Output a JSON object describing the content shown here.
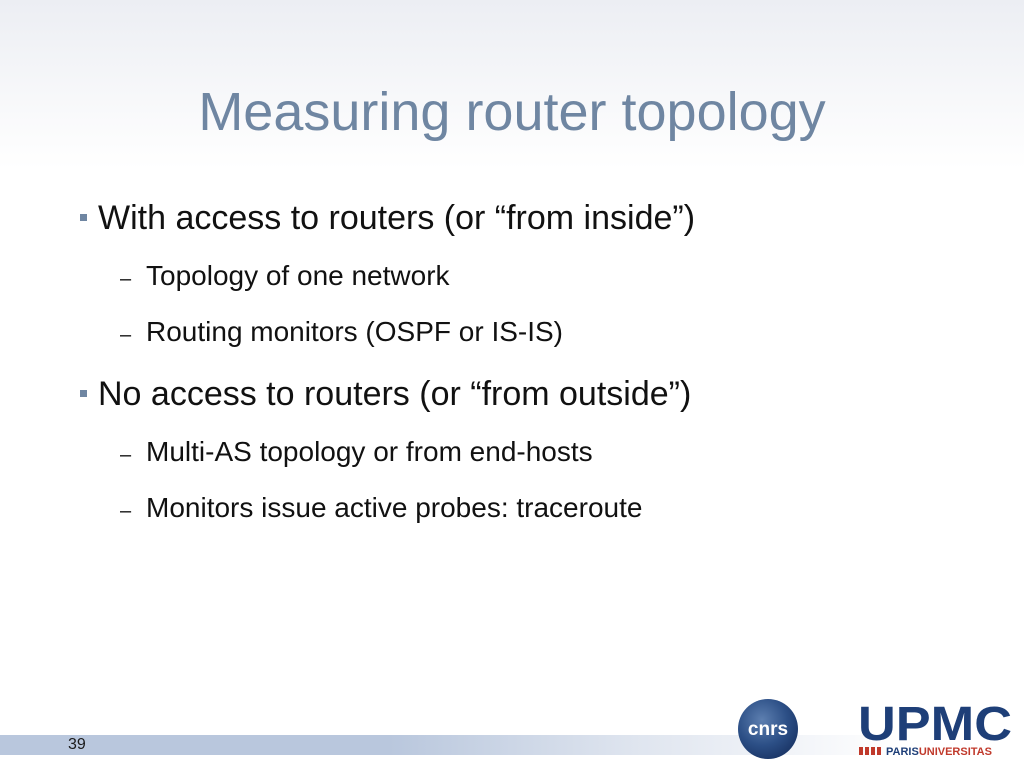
{
  "slide": {
    "title": "Measuring router topology",
    "page_number": "39"
  },
  "bullets": [
    {
      "text": "With access to routers (or “from inside”)",
      "subitems": [
        "Topology of one network",
        "Routing monitors (OSPF or IS-IS)"
      ]
    },
    {
      "text": "No access to routers (or “from outside”)",
      "subitems": [
        "Multi-AS topology or from end-hosts",
        "Monitors issue active probes: traceroute"
      ]
    }
  ],
  "logos": {
    "cnrs": "cnrs",
    "upmc": "UPMC",
    "upmc_tagline_a": "PARIS",
    "upmc_tagline_b": "UNIVERSITAS"
  },
  "colors": {
    "title": "#6f86a2",
    "footer_bar": "#b9c7dd",
    "upmc_blue": "#1e3f78",
    "upmc_red": "#c0392b"
  }
}
